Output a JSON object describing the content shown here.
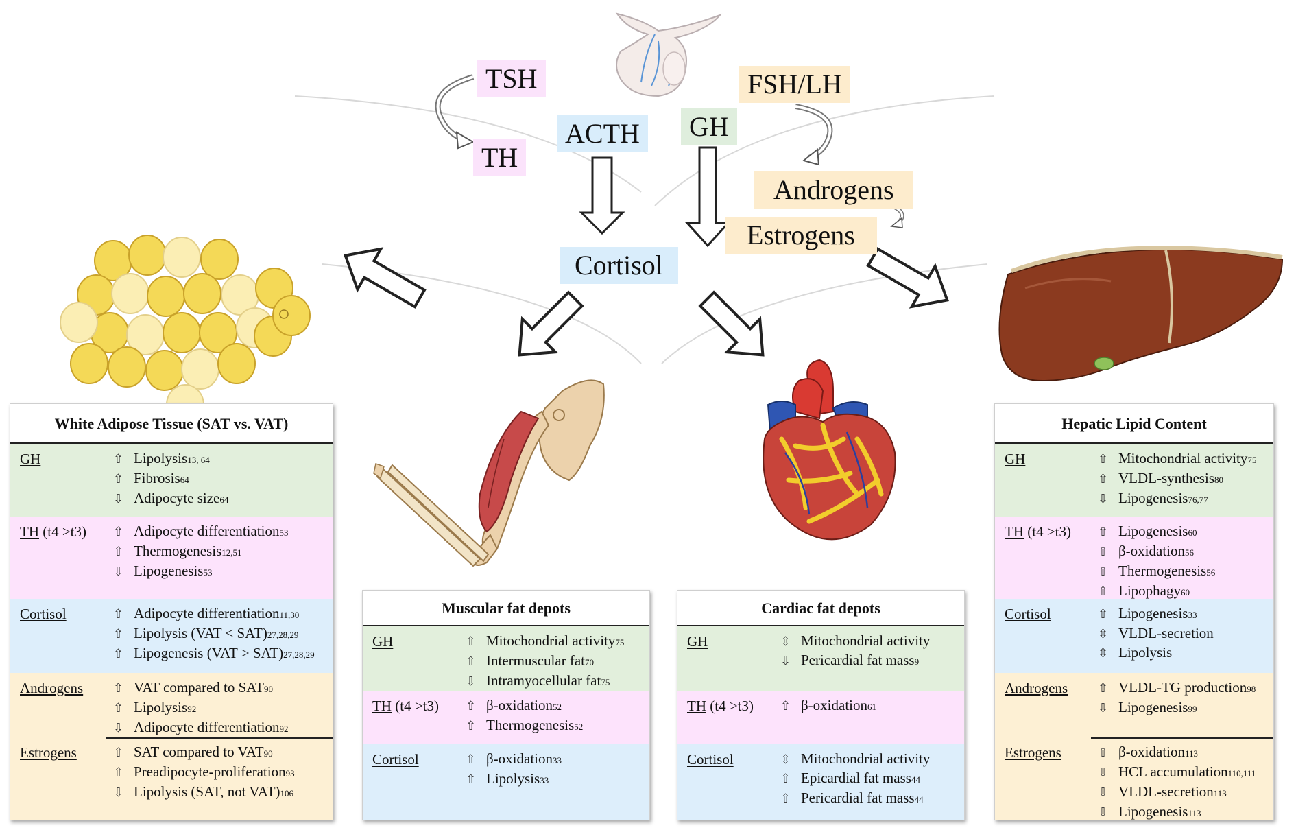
{
  "hormone_labels": {
    "tsh": "TSH",
    "th": "TH",
    "acth": "ACTH",
    "gh": "GH",
    "fsh_lh": "FSH/LH",
    "androgens": "Androgens",
    "estrogens": "Estrogens",
    "cortisol": "Cortisol"
  },
  "icons": {
    "pituitary": "pituitary-gland-icon",
    "adipose": "adipocyte-cluster-icon",
    "muscle": "arm-muscle-icon",
    "heart": "heart-icon",
    "liver": "liver-icon"
  },
  "colors": {
    "th_pink": "#fbe3fb",
    "cortisol_blue": "#d9edfb",
    "gh_green": "#dfeedd",
    "sex_tan": "#fdeccd"
  },
  "panels": [
    {
      "title": "White Adipose Tissue (SAT vs. VAT)",
      "sections": [
        {
          "label": "GH",
          "extra": "",
          "items": [
            {
              "dir": "⇧",
              "text": "Lipolysis",
              "sup": "13, 64"
            },
            {
              "dir": "⇧",
              "text": "Fibrosis",
              "sup": "64"
            },
            {
              "dir": "⇩",
              "text": "Adipocyte size",
              "sup": "64"
            }
          ]
        },
        {
          "label": "TH",
          "extra": " (t4 >t3)",
          "items": [
            {
              "dir": "⇧",
              "text": "Adipocyte differentiation",
              "sup": "53"
            },
            {
              "dir": "⇧",
              "text": "Thermogenesis",
              "sup": "12,51"
            },
            {
              "dir": "⇩",
              "text": "Lipogenesis",
              "sup": "53"
            }
          ]
        },
        {
          "label": "Cortisol",
          "extra": "",
          "items": [
            {
              "dir": "⇧",
              "text": "Adipocyte differentiation",
              "sup": "11,30"
            },
            {
              "dir": "⇧",
              "text": "Lipolysis  (VAT < SAT)",
              "sup": "27,28,29"
            },
            {
              "dir": "⇧",
              "text": "Lipogenesis  (VAT > SAT)",
              "sup": "27,28,29"
            }
          ]
        },
        {
          "label": "Androgens",
          "extra": "",
          "items": [
            {
              "dir": "⇧",
              "text": "VAT compared to SAT",
              "sup": "90"
            },
            {
              "dir": "⇧",
              "text": "Lipolysis",
              "sup": "92"
            },
            {
              "dir": "⇩",
              "text": "Adipocyte differentiation",
              "sup": "92"
            }
          ]
        },
        {
          "label": "Estrogens",
          "extra": "",
          "items": [
            {
              "dir": "⇧",
              "text": "SAT compared to VAT",
              "sup": "90"
            },
            {
              "dir": "⇧",
              "text": "Preadipocyte-proliferation",
              "sup": "93"
            },
            {
              "dir": "⇩",
              "text": "Lipolysis  (SAT, not VAT)",
              "sup": "106"
            }
          ]
        }
      ]
    },
    {
      "title": "Muscular fat depots",
      "sections": [
        {
          "label": "GH",
          "extra": "",
          "items": [
            {
              "dir": "⇧",
              "text": "Mitochondrial  activity",
              "sup": "75"
            },
            {
              "dir": "⇧",
              "text": "Intermuscular  fat",
              "sup": "70"
            },
            {
              "dir": "⇩",
              "text": "Intramyocellular  fat",
              "sup": "75"
            }
          ]
        },
        {
          "label": "TH",
          "extra": " (t4 >t3)",
          "items": [
            {
              "dir": "⇧",
              "text": "β-oxidation",
              "sup": "52"
            },
            {
              "dir": "⇧",
              "text": "Thermogenesis",
              "sup": "52"
            }
          ]
        },
        {
          "label": "Cortisol",
          "extra": "",
          "items": [
            {
              "dir": "⇧",
              "text": "β-oxidation",
              "sup": "33"
            },
            {
              "dir": "⇧",
              "text": "Lipolysis",
              "sup": "33"
            }
          ]
        }
      ]
    },
    {
      "title": "Cardiac fat depots",
      "sections": [
        {
          "label": "GH",
          "extra": "",
          "items": [
            {
              "dir": "⇳",
              "text": "Mitochondrial activity",
              "sup": ""
            },
            {
              "dir": "⇩",
              "text": "Pericardial  fat mass",
              "sup": "9"
            }
          ]
        },
        {
          "label": "TH",
          "extra": " (t4 >t3)",
          "items": [
            {
              "dir": "⇧",
              "text": "β-oxidation",
              "sup": "61"
            }
          ]
        },
        {
          "label": "Cortisol",
          "extra": "",
          "items": [
            {
              "dir": "⇳",
              "text": "Mitochondrial activity",
              "sup": ""
            },
            {
              "dir": "⇧",
              "text": "Epicardial  fat mass",
              "sup": "44"
            },
            {
              "dir": "⇧",
              "text": "Pericardial  fat mass",
              "sup": "44"
            }
          ]
        }
      ]
    },
    {
      "title": "Hepatic Lipid Content",
      "sections": [
        {
          "label": "GH",
          "extra": "",
          "items": [
            {
              "dir": "⇧",
              "text": "Mitochondrial  activity",
              "sup": "75"
            },
            {
              "dir": "⇧",
              "text": "VLDL-synthesis",
              "sup": "80"
            },
            {
              "dir": "⇩",
              "text": "Lipogenesis",
              "sup": "76,77"
            }
          ]
        },
        {
          "label": "TH",
          "extra": " (t4 >t3)",
          "items": [
            {
              "dir": "⇧",
              "text": "Lipogenesis",
              "sup": "60"
            },
            {
              "dir": "⇧",
              "text": "β-oxidation",
              "sup": "56"
            },
            {
              "dir": "⇧",
              "text": "Thermogenesis",
              "sup": "56"
            },
            {
              "dir": "⇧",
              "text": "Lipophagy",
              "sup": "60"
            }
          ]
        },
        {
          "label": "Cortisol",
          "extra": "",
          "items": [
            {
              "dir": "⇧",
              "text": "Lipogenesis",
              "sup": "33"
            },
            {
              "dir": "⇳",
              "text": "VLDL-secretion",
              "sup": ""
            },
            {
              "dir": "⇳",
              "text": "Lipolysis",
              "sup": ""
            }
          ]
        },
        {
          "label": "Androgens",
          "extra": "",
          "items": [
            {
              "dir": "⇧",
              "text": "VLDL-TG production",
              "sup": "98"
            },
            {
              "dir": "⇩",
              "text": "Lipogenesis",
              "sup": "99"
            }
          ]
        },
        {
          "label": "Estrogens",
          "extra": "",
          "items": [
            {
              "dir": "⇧",
              "text": "β-oxidation",
              "sup": "113"
            },
            {
              "dir": "⇩",
              "text": "HCL accumulation",
              "sup": "110,111"
            },
            {
              "dir": "⇩",
              "text": "VLDL-secretion",
              "sup": "113"
            },
            {
              "dir": "⇩",
              "text": "Lipogenesis",
              "sup": "113"
            }
          ]
        }
      ]
    }
  ]
}
